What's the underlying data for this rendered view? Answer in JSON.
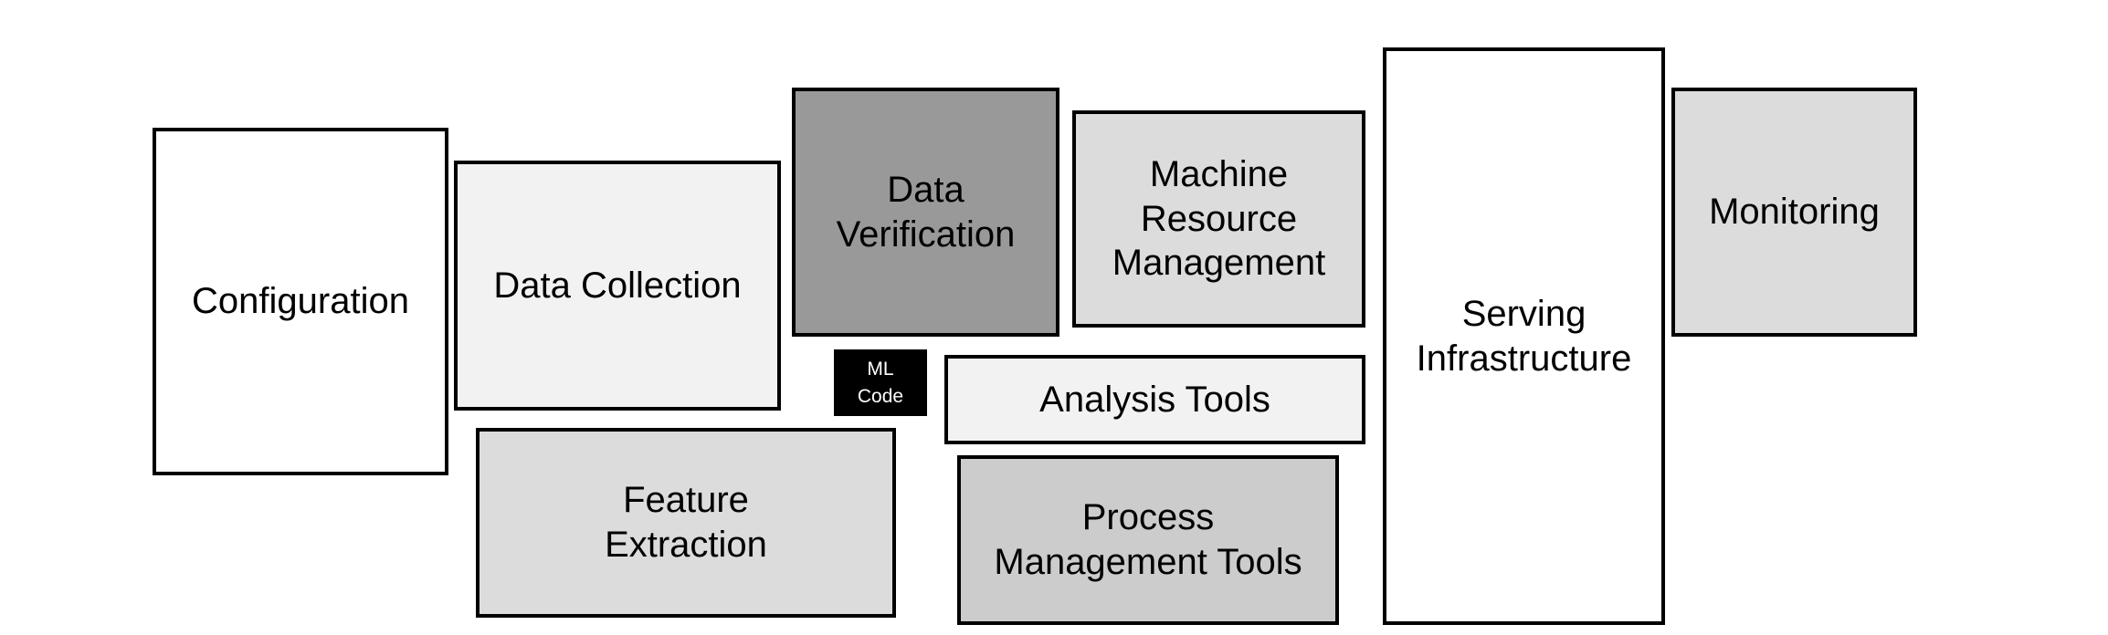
{
  "components": {
    "configuration": {
      "label": "Configuration",
      "fill": "#ffffff"
    },
    "data_collection": {
      "label": "Data Collection",
      "fill": "#f2f2f2"
    },
    "data_verification": {
      "label": "Data\nVerification",
      "fill": "#999999"
    },
    "machine_resource_management": {
      "label": "Machine\nResource\nManagement",
      "fill": "#dcdcdc"
    },
    "serving_infrastructure": {
      "label": "Serving\nInfrastructure",
      "fill": "#ffffff"
    },
    "monitoring": {
      "label": "Monitoring",
      "fill": "#dcdcdc"
    },
    "ml_code": {
      "label": "ML\nCode",
      "fill": "#000000"
    },
    "analysis_tools": {
      "label": "Analysis Tools",
      "fill": "#f2f2f2"
    },
    "feature_extraction": {
      "label": "Feature\nExtraction",
      "fill": "#dcdcdc"
    },
    "process_management_tools": {
      "label": "Process\nManagement Tools",
      "fill": "#cccccc"
    }
  }
}
